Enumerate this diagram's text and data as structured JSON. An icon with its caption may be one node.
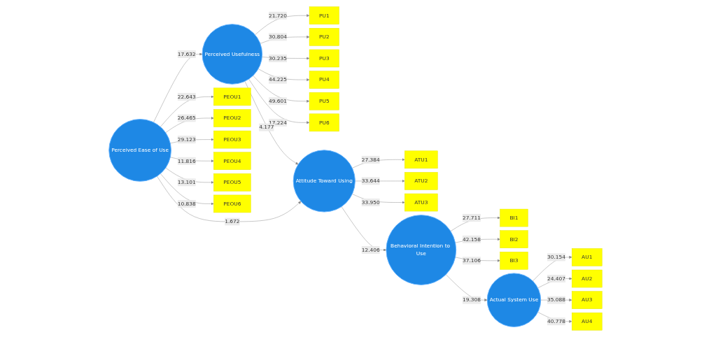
{
  "diagram": {
    "nodes": [
      {
        "text": [
          "PU1"
        ]
      },
      {
        "text": [
          "PU2"
        ]
      },
      {
        "text": [
          "PU3"
        ]
      },
      {
        "text": [
          "PU4"
        ]
      },
      {
        "text": [
          "PU5"
        ]
      },
      {
        "text": [
          "PU6"
        ]
      },
      {
        "text": [
          "Perceived Usefulness"
        ]
      },
      {
        "text": [
          "PEOU1"
        ]
      },
      {
        "text": [
          "PEOU2"
        ]
      },
      {
        "text": [
          "PEOU3"
        ]
      },
      {
        "text": [
          "PEOU4"
        ]
      },
      {
        "text": [
          "PEOU5"
        ]
      },
      {
        "text": [
          "PEOU6"
        ]
      },
      {
        "text": [
          "Perceived Ease of Use"
        ]
      },
      {
        "text": [
          "ATU1"
        ]
      },
      {
        "text": [
          "ATU2"
        ]
      },
      {
        "text": [
          "ATU3"
        ]
      },
      {
        "text": [
          "Attitude Toward Using"
        ]
      },
      {
        "text": [
          "BI1"
        ]
      },
      {
        "text": [
          "BI2"
        ]
      },
      {
        "text": [
          "BI3"
        ]
      },
      {
        "text": [
          "Behavioral Intention to Use"
        ]
      },
      {
        "text": [
          "AU1"
        ]
      },
      {
        "text": [
          "AU2"
        ]
      },
      {
        "text": [
          "AU3"
        ]
      },
      {
        "text": [
          "AU4"
        ]
      },
      {
        "text": [
          "Actual System Use"
        ]
      }
    ],
    "edges": [
      {
        "from": 6,
        "to": 0,
        "arrow": "to",
        "label": "21.720"
      },
      {
        "from": 6,
        "to": 1,
        "arrow": "to",
        "label": "30.804"
      },
      {
        "from": 6,
        "to": 2,
        "arrow": "to",
        "label": "30.235"
      },
      {
        "from": 6,
        "to": 3,
        "arrow": "to",
        "label": "44.225"
      },
      {
        "from": 6,
        "to": 4,
        "arrow": "to",
        "label": "49.601"
      },
      {
        "from": 6,
        "to": 5,
        "arrow": "to",
        "label": "17.224"
      },
      {
        "from": 13,
        "to": 7,
        "arrow": "to",
        "label": "22.643"
      },
      {
        "from": 13,
        "to": 8,
        "arrow": "to",
        "label": "26.465"
      },
      {
        "from": 13,
        "to": 9,
        "arrow": "to",
        "label": "29.123"
      },
      {
        "from": 13,
        "to": 10,
        "arrow": "to",
        "label": "11.816"
      },
      {
        "from": 13,
        "to": 11,
        "arrow": "to",
        "label": "13.101"
      },
      {
        "from": 13,
        "to": 12,
        "arrow": "to",
        "label": "10.838"
      },
      {
        "from": 13,
        "to": 6,
        "arrow": "to",
        "label": "17.632"
      },
      {
        "from": 6,
        "to": 17,
        "arrow": "to",
        "label": "4.177"
      },
      {
        "from": 13,
        "to": 17,
        "arrow": "to",
        "label": "1.672"
      },
      {
        "from": 17,
        "to": 14,
        "arrow": "to",
        "label": "27.384"
      },
      {
        "from": 17,
        "to": 15,
        "arrow": "to",
        "label": "33.644"
      },
      {
        "from": 17,
        "to": 16,
        "arrow": "to",
        "label": "33.950"
      },
      {
        "from": 17,
        "to": 21,
        "arrow": "to",
        "label": "12.406"
      },
      {
        "from": 21,
        "to": 18,
        "arrow": "to",
        "label": "27.711"
      },
      {
        "from": 21,
        "to": 19,
        "arrow": "to",
        "label": "42.158"
      },
      {
        "from": 21,
        "to": 20,
        "arrow": "to",
        "label": "37.106"
      },
      {
        "from": 21,
        "to": 26,
        "arrow": "to",
        "label": "19.308"
      },
      {
        "from": 26,
        "to": 22,
        "arrow": "to",
        "label": "30.154"
      },
      {
        "from": 26,
        "to": 23,
        "arrow": "to",
        "label": "24.407"
      },
      {
        "from": 26,
        "to": 24,
        "arrow": "to",
        "label": "35.088"
      },
      {
        "from": 26,
        "to": 25,
        "arrow": "to",
        "label": "40.778"
      }
    ]
  }
}
